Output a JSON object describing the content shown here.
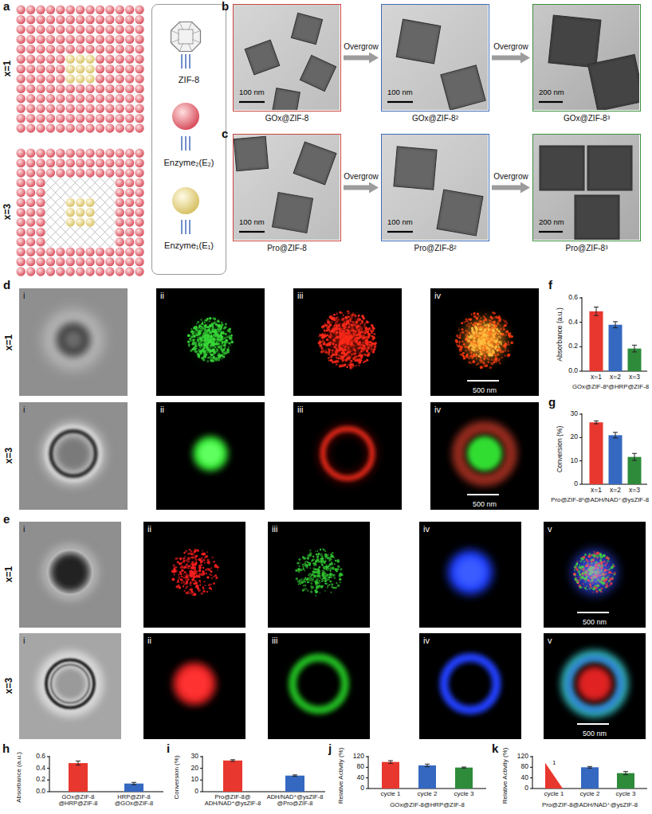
{
  "diagram": {
    "nodes": [
      {
        "text": [
          "ZIF-8",
          "Enzyme₂(E₂)",
          "Enzyme₁(E₁)"
        ]
      },
      {
        "text": [
          "100 nm",
          "GOx@ZIF-8"
        ]
      },
      {
        "text": [
          "100 nm",
          "GOx@ZIF-8²"
        ]
      },
      {
        "text": [
          "200 nm",
          "GOx@ZIF-8³"
        ]
      },
      {
        "text": [
          "100 nm",
          "Pro@ZIF-8"
        ]
      },
      {
        "text": [
          "100 nm",
          "Pro@ZIF-8²"
        ]
      },
      {
        "text": [
          "200 nm",
          "Pro@ZIF-8³"
        ]
      },
      {
        "text": [
          "i"
        ]
      },
      {
        "text": [
          "ii"
        ]
      },
      {
        "text": [
          "iii"
        ]
      },
      {
        "text": [
          "iv",
          "500 nm"
        ]
      },
      {
        "text": [
          "i"
        ]
      },
      {
        "text": [
          "ii"
        ]
      },
      {
        "text": [
          "iii"
        ]
      },
      {
        "text": [
          "iv",
          "500 nm"
        ]
      },
      {
        "text": [
          "i"
        ]
      },
      {
        "text": [
          "ii"
        ]
      },
      {
        "text": [
          "iii"
        ]
      },
      {
        "text": [
          "iv"
        ]
      },
      {
        "text": [
          "v",
          "500 nm"
        ]
      },
      {
        "text": [
          "i"
        ]
      },
      {
        "text": [
          "ii"
        ]
      },
      {
        "text": [
          "iii"
        ]
      },
      {
        "text": [
          "iv"
        ]
      },
      {
        "text": [
          "v",
          "500 nm"
        ]
      }
    ],
    "edges": [
      {
        "from": 1,
        "to": 2,
        "label": "Overgrow",
        "arrow": "to"
      },
      {
        "from": 2,
        "to": 3,
        "label": "Overgrow",
        "arrow": "to"
      },
      {
        "from": 4,
        "to": 5,
        "label": "Overgrow",
        "arrow": "to"
      },
      {
        "from": 5,
        "to": 6,
        "label": "Overgrow",
        "arrow": "to"
      }
    ],
    "labels": [
      "a",
      "x=1",
      "x=3",
      "b",
      "c",
      "d",
      "x=1",
      "x=3",
      "f",
      "Absorbance (a.u.)",
      "0.0",
      "0.2",
      "0.4",
      "0.6",
      "x=1",
      "x=2",
      "x=3",
      "GOx@ZIF-8ˣ@HRP@ZIF-8",
      "g",
      "Conversion (%)",
      "0",
      "10",
      "20",
      "30",
      "x=1",
      "x=2",
      "x=3",
      "Pro@ZIF-8ˣ@ADH/NAD⁺@ysZIF-8",
      "e",
      "x=1",
      "x=3",
      "h",
      "Absorbance (a.u.)",
      "0.0",
      "0.2",
      "0.4",
      "0.6",
      "GOx@ZIF-8 @HRP@ZIF-8",
      "HRP@ZIF-8 @GOx@ZIF-8",
      "i",
      "Conversion (%)",
      "0",
      "10",
      "20",
      "30",
      "Pro@ZIF-8@ ADH/NAD⁺@ysZIF-8",
      "ADH/NAD⁺@ysZIF-8 @Pro@ZIF-8",
      "j",
      "Relative Activity (%)",
      "0",
      "40",
      "80",
      "120",
      "cycle 1",
      "cycle 2",
      "cycle 3",
      "GOx@ZIF-8@HRP@ZIF-8",
      "k",
      "Relative Activity (%)",
      "0",
      "40",
      "80",
      "120",
      "1",
      "cycle 1",
      "cycle 2",
      "cycle 3",
      "Pro@ZIF-8@ADH/NAD⁺@ysZIF-8"
    ]
  }
}
